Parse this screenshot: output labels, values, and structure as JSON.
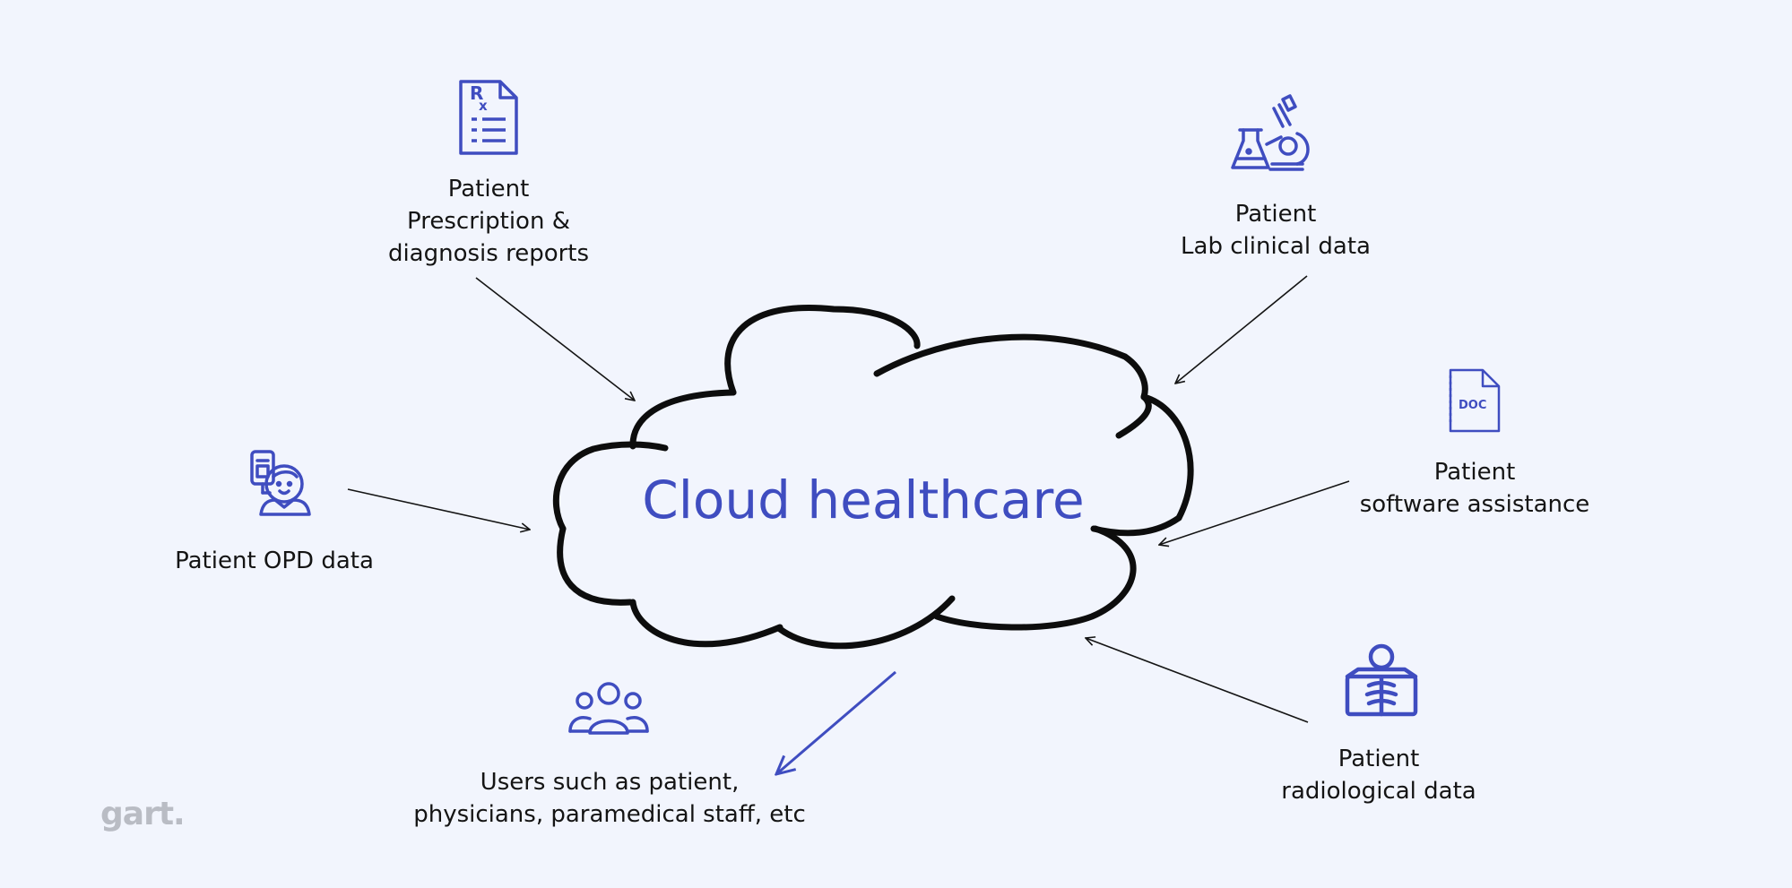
{
  "title": "Cloud healthcare",
  "logo_text": "gart.",
  "colors": {
    "accent": "#3f4dc0",
    "line": "#141414",
    "background": "#f2f5fd",
    "logo": "#b9bcc4"
  },
  "nodes": [
    {
      "id": "prescription",
      "icon": "prescription-rx-icon",
      "lines": [
        "Patient",
        "Prescription &",
        "diagnosis reports"
      ],
      "direction": "into-cloud"
    },
    {
      "id": "lab",
      "icon": "lab-microscope-icon",
      "lines": [
        "Patient",
        "Lab clinical data"
      ],
      "direction": "into-cloud"
    },
    {
      "id": "opd",
      "icon": "patient-opd-icon",
      "lines": [
        "Patient OPD data"
      ],
      "direction": "into-cloud"
    },
    {
      "id": "software",
      "icon": "doc-file-icon",
      "lines": [
        "Patient",
        "software assistance"
      ],
      "direction": "into-cloud"
    },
    {
      "id": "radiology",
      "icon": "xray-radiology-icon",
      "lines": [
        "Patient",
        "radiological data"
      ],
      "direction": "into-cloud"
    },
    {
      "id": "users",
      "icon": "users-group-icon",
      "lines": [
        "Users such as patient,",
        "physicians, paramedical staff, etc"
      ],
      "direction": "out-of-cloud"
    }
  ]
}
